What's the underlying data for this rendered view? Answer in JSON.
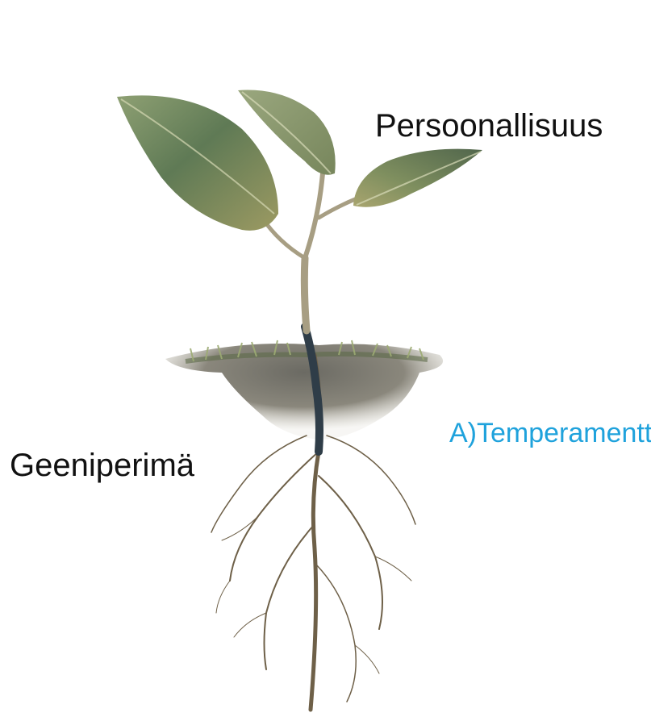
{
  "labels": {
    "top": "Persoonallisuus",
    "right": "A)Temperamentti",
    "left": "Geeniperimä"
  },
  "colors": {
    "text": "#111111",
    "accent": "#1fa2dc",
    "leaf": "#7b8e5a",
    "leaf_dark": "#4f6548",
    "stem": "#a79e83",
    "root": "#6e6048",
    "soil": "#6f6a5e",
    "grass": "#9cab73"
  },
  "illustration": {
    "subject": "seedling-with-roots",
    "icon": "plant-icon"
  }
}
